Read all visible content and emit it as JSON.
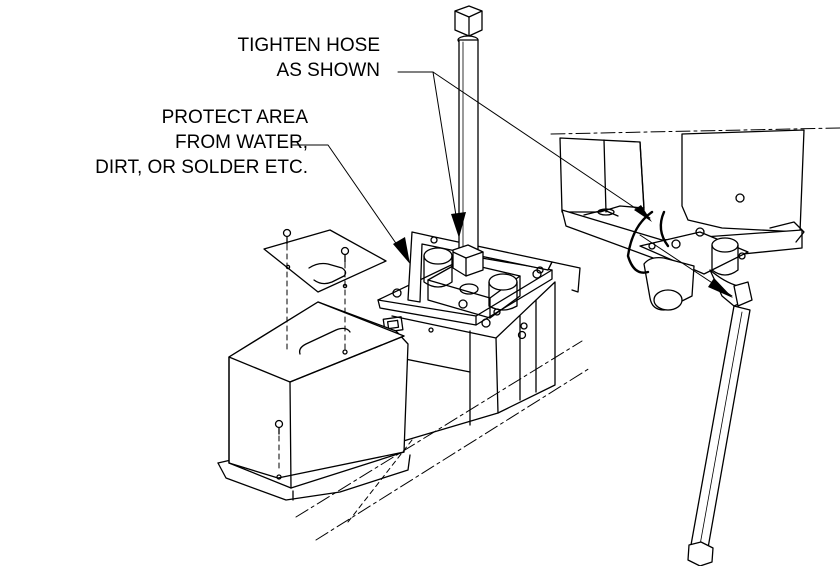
{
  "callouts": {
    "tighten_hose": {
      "line1": "TIGHTEN HOSE",
      "line2": "AS SHOWN"
    },
    "protect_area": {
      "line1": "PROTECT AREA",
      "line2": "FROM WATER,",
      "line3": "DIRT, OR SOLDER ETC."
    }
  },
  "colors": {
    "ink": "#000000",
    "paper": "#ffffff",
    "light_fill": "#f2f2f2"
  }
}
